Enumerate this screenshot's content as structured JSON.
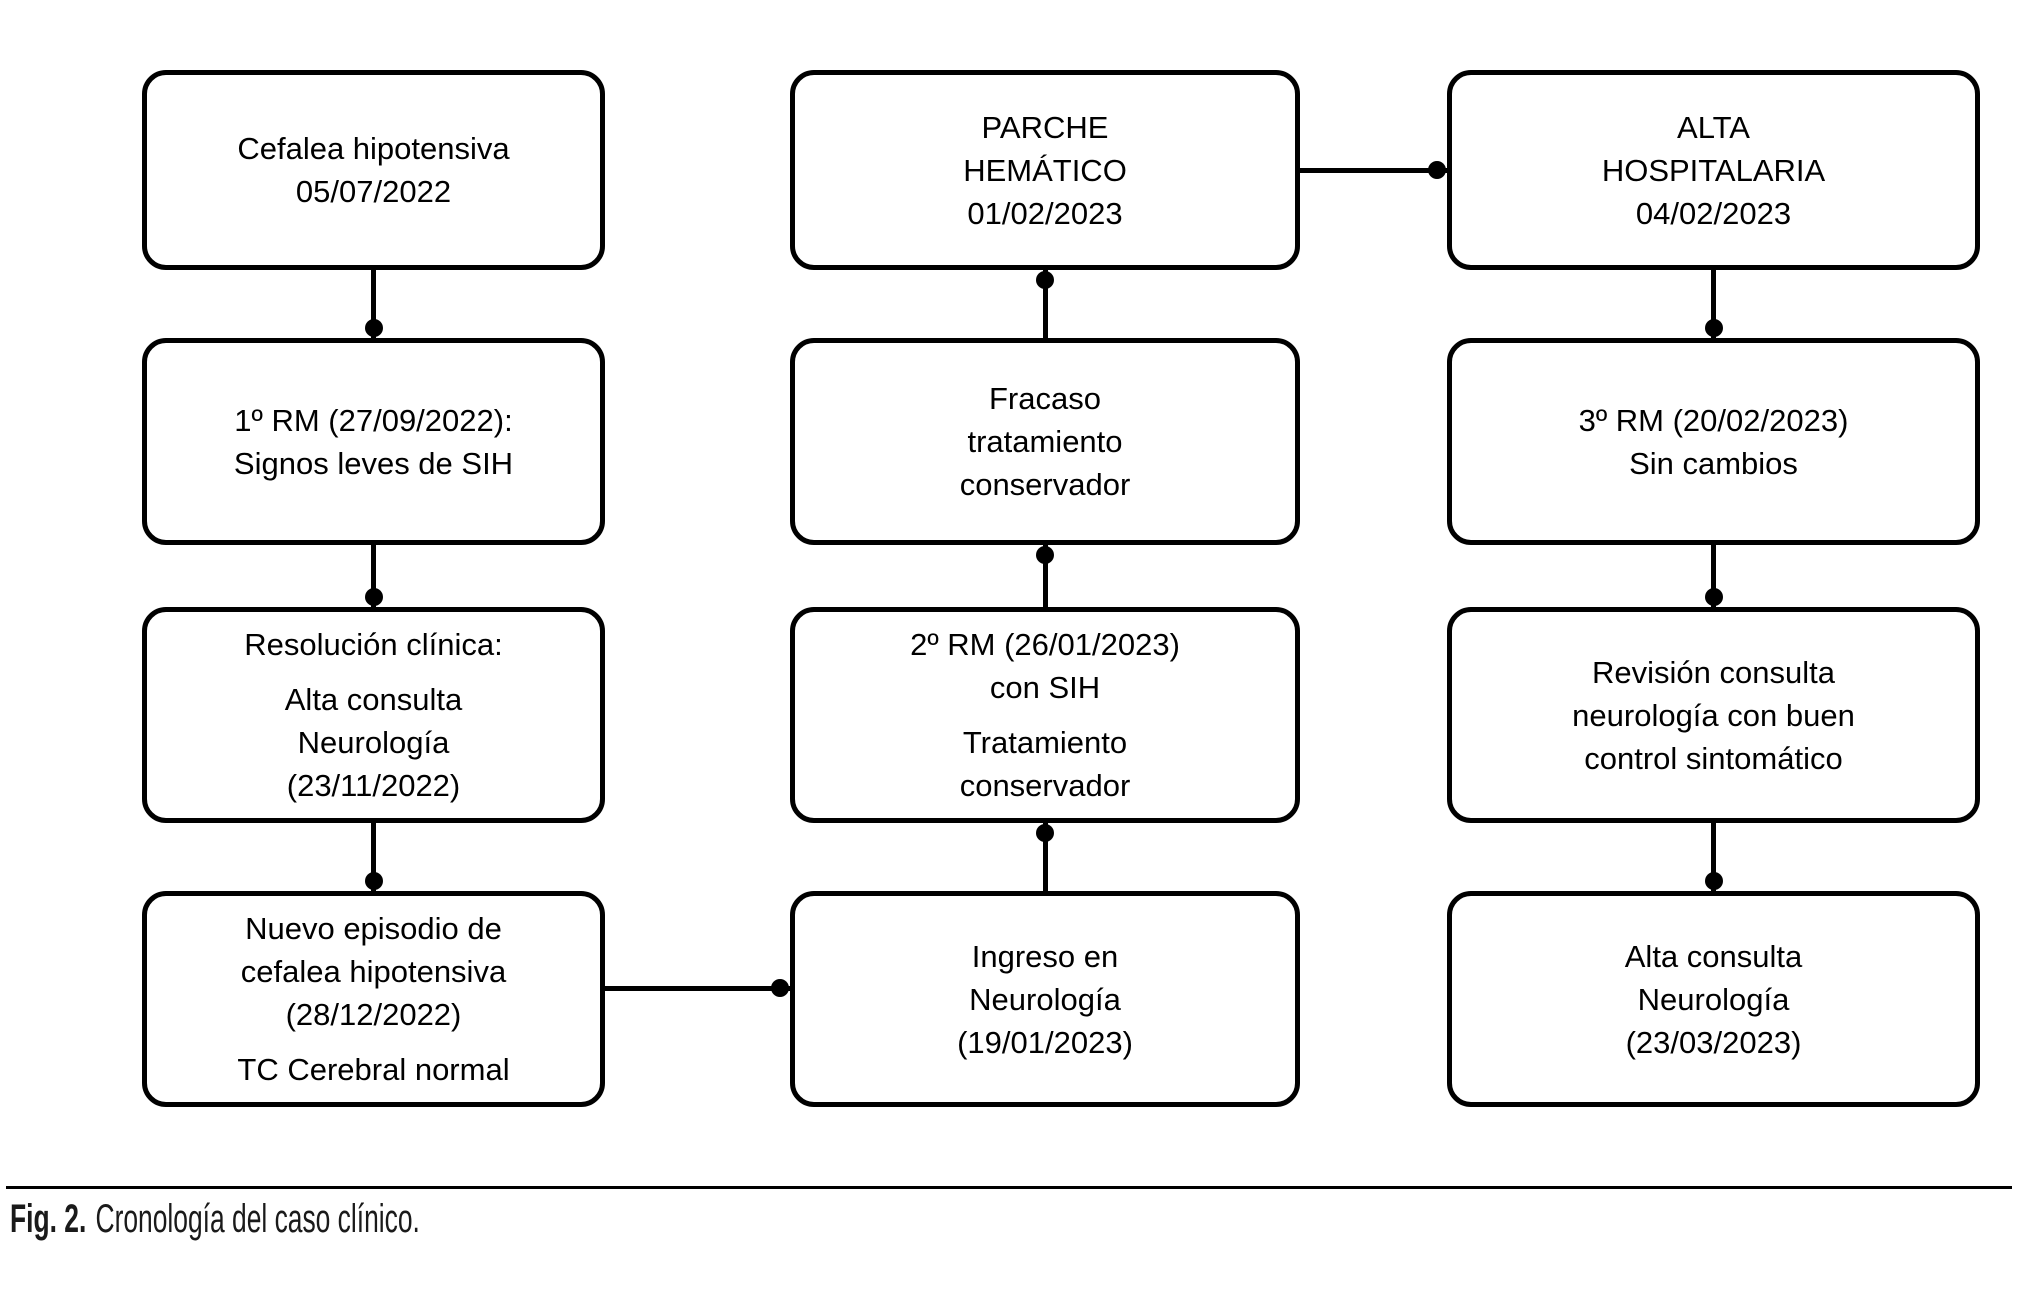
{
  "figure": {
    "caption_label": "Fig. 2.",
    "caption_text": "Cronología del caso clínico."
  },
  "colors": {
    "background": "#ffffff",
    "line": "#000000",
    "text": "#000000",
    "caption_text": "#1a1a1a"
  },
  "boxes": [
    {
      "id": "cefalea",
      "col": 0,
      "row": 0,
      "paragraphs": [
        [
          "Cefalea hipotensiva",
          "05/07/2022"
        ]
      ]
    },
    {
      "id": "rm1",
      "col": 0,
      "row": 1,
      "paragraphs": [
        [
          "1º RM (27/09/2022):",
          "Signos leves de SIH"
        ]
      ]
    },
    {
      "id": "resolucion",
      "col": 0,
      "row": 2,
      "paragraphs": [
        [
          "Resolución clínica:"
        ],
        [
          "Alta consulta",
          "Neurología",
          "(23/11/2022)"
        ]
      ]
    },
    {
      "id": "nuevo-episodio",
      "col": 0,
      "row": 3,
      "paragraphs": [
        [
          "Nuevo episodio de",
          "cefalea hipotensiva",
          "(28/12/2022)"
        ],
        [
          "TC Cerebral normal"
        ]
      ]
    },
    {
      "id": "parche",
      "col": 1,
      "row": 0,
      "paragraphs": [
        [
          "PARCHE",
          "HEMÁTICO",
          "01/02/2023"
        ]
      ]
    },
    {
      "id": "fracaso",
      "col": 1,
      "row": 1,
      "paragraphs": [
        [
          "Fracaso",
          "tratamiento",
          "conservador"
        ]
      ]
    },
    {
      "id": "rm2",
      "col": 1,
      "row": 2,
      "paragraphs": [
        [
          "2º RM (26/01/2023)",
          "con SIH"
        ],
        [
          "Tratamiento",
          "conservador"
        ]
      ]
    },
    {
      "id": "ingreso",
      "col": 1,
      "row": 3,
      "paragraphs": [
        [
          "Ingreso en",
          "Neurología",
          "(19/01/2023)"
        ]
      ]
    },
    {
      "id": "alta-hospitalaria",
      "col": 2,
      "row": 0,
      "paragraphs": [
        [
          "ALTA",
          "HOSPITALARIA",
          "04/02/2023"
        ]
      ]
    },
    {
      "id": "rm3",
      "col": 2,
      "row": 1,
      "paragraphs": [
        [
          "3º RM (20/02/2023)",
          "Sin cambios"
        ]
      ]
    },
    {
      "id": "revision",
      "col": 2,
      "row": 2,
      "paragraphs": [
        [
          "Revisión consulta",
          "neurología con buen",
          "control sintomático"
        ]
      ]
    },
    {
      "id": "alta-consulta",
      "col": 2,
      "row": 3,
      "paragraphs": [
        [
          "Alta consulta",
          "Neurología",
          "(23/03/2023)"
        ]
      ]
    }
  ],
  "connections": [
    {
      "from": "cefalea",
      "to": "rm1"
    },
    {
      "from": "rm1",
      "to": "resolucion"
    },
    {
      "from": "resolucion",
      "to": "nuevo-episodio"
    },
    {
      "from": "nuevo-episodio",
      "to": "ingreso"
    },
    {
      "from": "ingreso",
      "to": "rm2"
    },
    {
      "from": "rm2",
      "to": "fracaso"
    },
    {
      "from": "fracaso",
      "to": "parche"
    },
    {
      "from": "parche",
      "to": "alta-hospitalaria"
    },
    {
      "from": "alta-hospitalaria",
      "to": "rm3"
    },
    {
      "from": "rm3",
      "to": "revision"
    },
    {
      "from": "revision",
      "to": "alta-consulta"
    }
  ]
}
